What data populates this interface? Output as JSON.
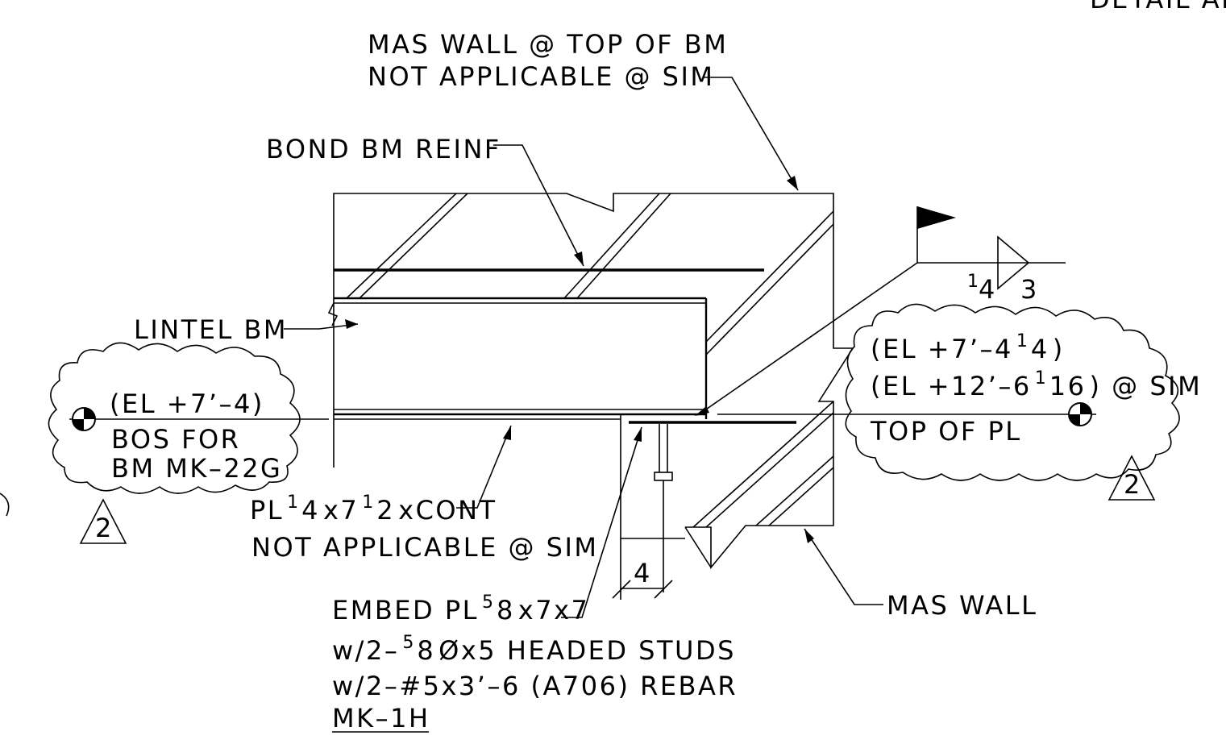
{
  "sheet": {
    "detail_header_fragment": "DETAIL AN"
  },
  "callouts": {
    "mas_wall_top_line1": "MAS WALL @ TOP OF BM",
    "mas_wall_top_line2": "NOT APPLICABLE @ SIM",
    "bond_bm_reinf": "BOND BM REINF",
    "lintel_bm": "LINTEL BM",
    "plate": {
      "prefix": "PL",
      "num": "1",
      "den": "4",
      "x": "x7",
      "num2": "1",
      "den2": "2",
      "suffix": "xCONT"
    },
    "plate_note": "NOT APPLICABLE @ SIM",
    "embed": {
      "prefix": "EMBED PL",
      "num": "5",
      "den": "8",
      "suffix": "x7x7"
    },
    "studs": {
      "prefix": "w/2–",
      "num": "5",
      "den": "8",
      "suffix": "Øx5 HEADED STUDS"
    },
    "rebar": "w/2–#5x3’–6 (A706) REBAR",
    "mark": "MK–1H",
    "mas_wall": "MAS WALL",
    "dim_4": "4"
  },
  "elevation_left": {
    "line1": "(EL +7’–4)",
    "line2": "BOS FOR",
    "line3": "BM MK–22G",
    "revision": "2"
  },
  "elevation_right": {
    "line1": {
      "text": "(EL +7’–4",
      "num": "1",
      "den": "4",
      "close": ")"
    },
    "line2": {
      "text": "(EL +12’–6",
      "num": "1",
      "den": "16",
      "close": ") @ SIM"
    },
    "line3": "TOP OF PL",
    "revision": "2"
  },
  "weld": {
    "size_num": "1",
    "size_den": "4",
    "length": "3"
  }
}
